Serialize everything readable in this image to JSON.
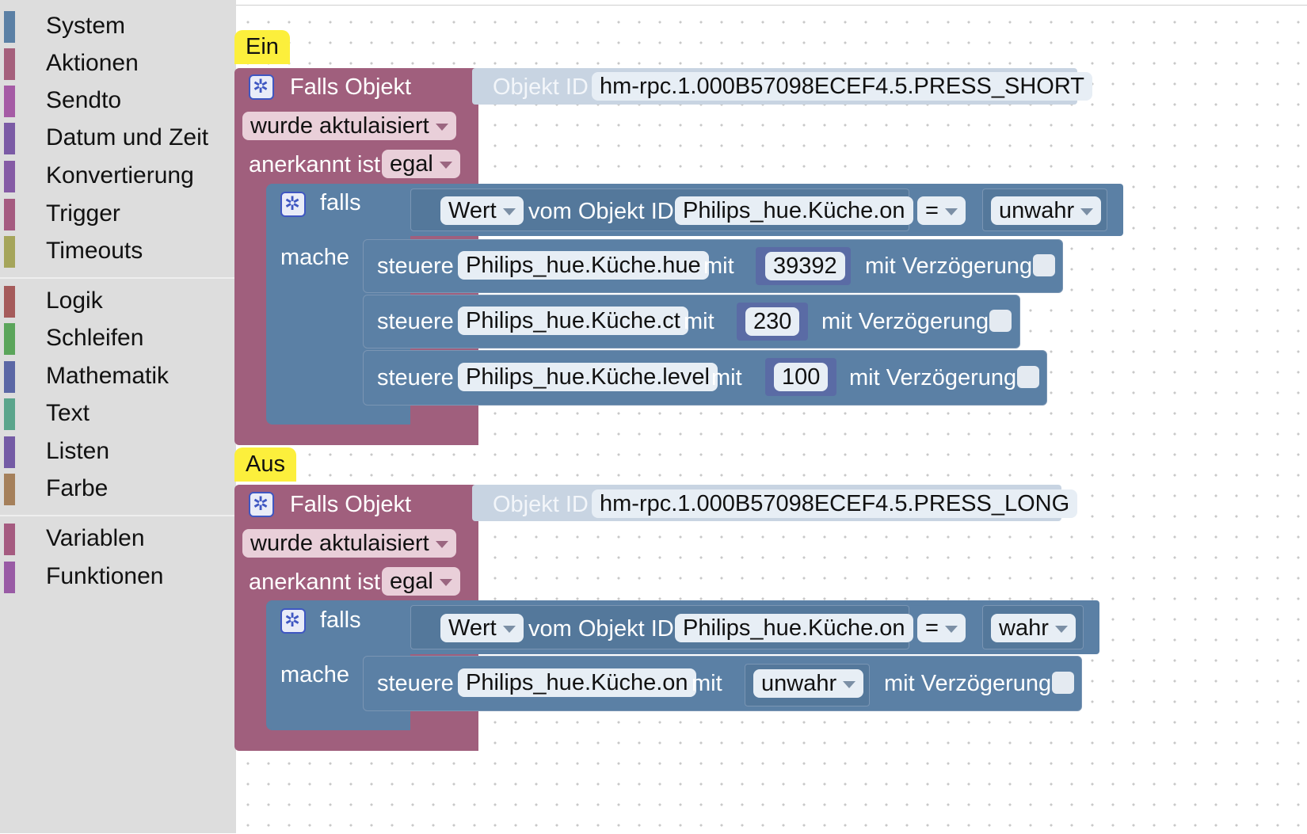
{
  "sidebar": {
    "categories": [
      {
        "label": "System",
        "color": "#5b80a5"
      },
      {
        "label": "Aktionen",
        "color": "#a5607c"
      },
      {
        "label": "Sendto",
        "color": "#a55ba5"
      },
      {
        "label": "Datum und Zeit",
        "color": "#7b5ba5"
      },
      {
        "label": "Konvertierung",
        "color": "#855ba5"
      },
      {
        "label": "Trigger",
        "color": "#a55b80"
      },
      {
        "label": "Timeouts",
        "color": "#a5a55b"
      },
      {
        "label": "Logik",
        "color": "#a55b5b"
      },
      {
        "label": "Schleifen",
        "color": "#5ba55b"
      },
      {
        "label": "Mathematik",
        "color": "#5b67a5"
      },
      {
        "label": "Text",
        "color": "#5ba58c"
      },
      {
        "label": "Listen",
        "color": "#745ba5"
      },
      {
        "label": "Farbe",
        "color": "#a5805b"
      },
      {
        "label": "Variablen",
        "color": "#a55b80"
      },
      {
        "label": "Funktionen",
        "color": "#995ba5"
      }
    ]
  },
  "colors": {
    "trigger": "#a05f7d",
    "logic": "#5b80a5",
    "note": "#fcef3c",
    "number": "#5a6ba5"
  },
  "blocks": {
    "ein": {
      "note": "Ein",
      "header": "Falls Objekt",
      "objid_label": "Objekt ID",
      "objid": "hm-rpc.1.000B57098ECEF4.5.PRESS_SHORT",
      "trigger": "wurde aktulaisiert",
      "ack_label": "anerkannt ist",
      "ack": "egal",
      "if_label": "falls",
      "do_label": "mache",
      "cond": {
        "wert": "Wert",
        "vom": "vom Objekt ID",
        "id": "Philips_hue.Küche.on",
        "op": "=",
        "val": "unwahr"
      },
      "controls": [
        {
          "steuere": "steuere",
          "id": "Philips_hue.Küche.hue",
          "mit": "mit",
          "value": "39392",
          "delay": "mit Verzögerung"
        },
        {
          "steuere": "steuere",
          "id": "Philips_hue.Küche.ct",
          "mit": "mit",
          "value": "230",
          "delay": "mit Verzögerung"
        },
        {
          "steuere": "steuere",
          "id": "Philips_hue.Küche.level",
          "mit": "mit",
          "value": "100",
          "delay": "mit Verzögerung"
        }
      ]
    },
    "aus": {
      "note": "Aus",
      "header": "Falls Objekt",
      "objid_label": "Objekt ID",
      "objid": "hm-rpc.1.000B57098ECEF4.5.PRESS_LONG",
      "trigger": "wurde aktulaisiert",
      "ack_label": "anerkannt ist",
      "ack": "egal",
      "if_label": "falls",
      "do_label": "mache",
      "cond": {
        "wert": "Wert",
        "vom": "vom Objekt ID",
        "id": "Philips_hue.Küche.on",
        "op": "=",
        "val": "wahr"
      },
      "controls": [
        {
          "steuere": "steuere",
          "id": "Philips_hue.Küche.on",
          "mit": "mit",
          "value": "unwahr",
          "delay": "mit Verzögerung"
        }
      ]
    }
  }
}
